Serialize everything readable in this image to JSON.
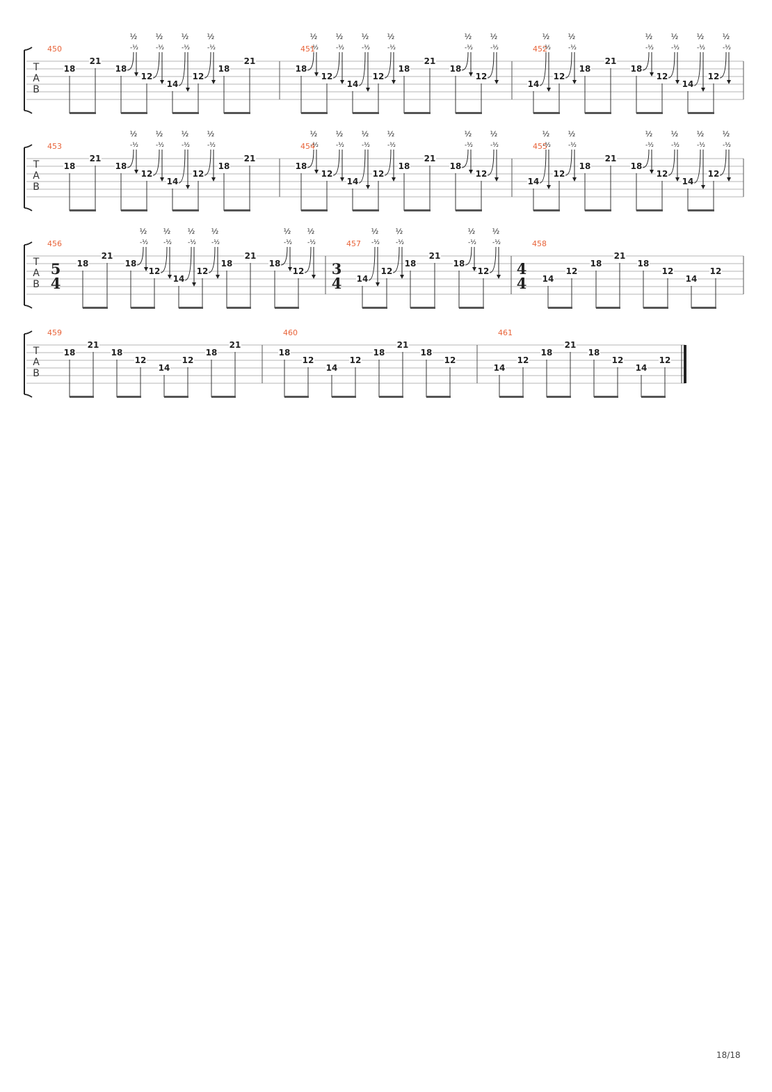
{
  "page": {
    "number": "18/18"
  },
  "tab_label": [
    "T",
    "A",
    "B"
  ],
  "bend_label": "½",
  "bend_target": "-½",
  "time_signatures": [
    {
      "measure": "456",
      "top": "5",
      "bottom": "4"
    },
    {
      "measure": "457",
      "top": "3",
      "bottom": "4"
    },
    {
      "measure": "458",
      "top": "4",
      "bottom": "4"
    }
  ],
  "systems": [
    {
      "measures": [
        {
          "number": "450",
          "notes": [
            {
              "fret": "18",
              "string": 2
            },
            {
              "fret": "21",
              "string": 1
            },
            {
              "fret": "18",
              "string": 2,
              "bend": true
            },
            {
              "fret": "12",
              "string": 3,
              "bend": true
            },
            {
              "fret": "14",
              "string": 4,
              "bend": true
            },
            {
              "fret": "12",
              "string": 3,
              "bend": true
            },
            {
              "fret": "18",
              "string": 2
            },
            {
              "fret": "21",
              "string": 1
            }
          ]
        },
        {
          "number": "451",
          "notes": [
            {
              "fret": "18",
              "string": 2,
              "bend": true
            },
            {
              "fret": "12",
              "string": 3,
              "bend": true
            },
            {
              "fret": "14",
              "string": 4,
              "bend": true
            },
            {
              "fret": "12",
              "string": 3,
              "bend": true
            },
            {
              "fret": "18",
              "string": 2
            },
            {
              "fret": "21",
              "string": 1
            },
            {
              "fret": "18",
              "string": 2,
              "bend": true
            },
            {
              "fret": "12",
              "string": 3,
              "bend": true
            }
          ]
        },
        {
          "number": "452",
          "notes": [
            {
              "fret": "14",
              "string": 4,
              "bend": true
            },
            {
              "fret": "12",
              "string": 3,
              "bend": true
            },
            {
              "fret": "18",
              "string": 2
            },
            {
              "fret": "21",
              "string": 1
            },
            {
              "fret": "18",
              "string": 2,
              "bend": true
            },
            {
              "fret": "12",
              "string": 3,
              "bend": true
            },
            {
              "fret": "14",
              "string": 4,
              "bend": true
            },
            {
              "fret": "12",
              "string": 3,
              "bend": true
            }
          ]
        }
      ]
    },
    {
      "measures": [
        {
          "number": "453",
          "notes": [
            {
              "fret": "18",
              "string": 2
            },
            {
              "fret": "21",
              "string": 1
            },
            {
              "fret": "18",
              "string": 2,
              "bend": true
            },
            {
              "fret": "12",
              "string": 3,
              "bend": true
            },
            {
              "fret": "14",
              "string": 4,
              "bend": true
            },
            {
              "fret": "12",
              "string": 3,
              "bend": true
            },
            {
              "fret": "18",
              "string": 2
            },
            {
              "fret": "21",
              "string": 1
            }
          ]
        },
        {
          "number": "454",
          "notes": [
            {
              "fret": "18",
              "string": 2,
              "bend": true
            },
            {
              "fret": "12",
              "string": 3,
              "bend": true
            },
            {
              "fret": "14",
              "string": 4,
              "bend": true
            },
            {
              "fret": "12",
              "string": 3,
              "bend": true
            },
            {
              "fret": "18",
              "string": 2
            },
            {
              "fret": "21",
              "string": 1
            },
            {
              "fret": "18",
              "string": 2,
              "bend": true
            },
            {
              "fret": "12",
              "string": 3,
              "bend": true
            }
          ]
        },
        {
          "number": "455",
          "notes": [
            {
              "fret": "14",
              "string": 4,
              "bend": true
            },
            {
              "fret": "12",
              "string": 3,
              "bend": true
            },
            {
              "fret": "18",
              "string": 2
            },
            {
              "fret": "21",
              "string": 1
            },
            {
              "fret": "18",
              "string": 2,
              "bend": true
            },
            {
              "fret": "12",
              "string": 3,
              "bend": true
            },
            {
              "fret": "14",
              "string": 4,
              "bend": true
            },
            {
              "fret": "12",
              "string": 3,
              "bend": true
            }
          ]
        }
      ]
    },
    {
      "measures": [
        {
          "number": "456",
          "notes": [
            {
              "fret": "18",
              "string": 2
            },
            {
              "fret": "21",
              "string": 1
            },
            {
              "fret": "18",
              "string": 2,
              "bend": true
            },
            {
              "fret": "12",
              "string": 3,
              "bend": true
            },
            {
              "fret": "14",
              "string": 4,
              "bend": true
            },
            {
              "fret": "12",
              "string": 3,
              "bend": true
            },
            {
              "fret": "18",
              "string": 2
            },
            {
              "fret": "21",
              "string": 1
            },
            {
              "fret": "18",
              "string": 2,
              "bend": true
            },
            {
              "fret": "12",
              "string": 3,
              "bend": true
            }
          ]
        },
        {
          "number": "457",
          "notes": [
            {
              "fret": "14",
              "string": 4,
              "bend": true
            },
            {
              "fret": "12",
              "string": 3,
              "bend": true
            },
            {
              "fret": "18",
              "string": 2
            },
            {
              "fret": "21",
              "string": 1
            },
            {
              "fret": "18",
              "string": 2,
              "bend": true
            },
            {
              "fret": "12",
              "string": 3,
              "bend": true
            }
          ]
        },
        {
          "number": "458",
          "notes": [
            {
              "fret": "14",
              "string": 4
            },
            {
              "fret": "12",
              "string": 3
            },
            {
              "fret": "18",
              "string": 2
            },
            {
              "fret": "21",
              "string": 1
            },
            {
              "fret": "18",
              "string": 2
            },
            {
              "fret": "12",
              "string": 3
            },
            {
              "fret": "14",
              "string": 4
            },
            {
              "fret": "12",
              "string": 3
            }
          ]
        }
      ]
    },
    {
      "measures": [
        {
          "number": "459",
          "notes": [
            {
              "fret": "18",
              "string": 2
            },
            {
              "fret": "21",
              "string": 1
            },
            {
              "fret": "18",
              "string": 2
            },
            {
              "fret": "12",
              "string": 3
            },
            {
              "fret": "14",
              "string": 4
            },
            {
              "fret": "12",
              "string": 3
            },
            {
              "fret": "18",
              "string": 2
            },
            {
              "fret": "21",
              "string": 1
            }
          ]
        },
        {
          "number": "460",
          "notes": [
            {
              "fret": "18",
              "string": 2
            },
            {
              "fret": "12",
              "string": 3
            },
            {
              "fret": "14",
              "string": 4
            },
            {
              "fret": "12",
              "string": 3
            },
            {
              "fret": "18",
              "string": 2
            },
            {
              "fret": "21",
              "string": 1
            },
            {
              "fret": "18",
              "string": 2
            },
            {
              "fret": "12",
              "string": 3
            }
          ]
        },
        {
          "number": "461",
          "notes": [
            {
              "fret": "14",
              "string": 4
            },
            {
              "fret": "12",
              "string": 3
            },
            {
              "fret": "18",
              "string": 2
            },
            {
              "fret": "21",
              "string": 1
            },
            {
              "fret": "18",
              "string": 2
            },
            {
              "fret": "12",
              "string": 3
            },
            {
              "fret": "14",
              "string": 4
            },
            {
              "fret": "12",
              "string": 3
            }
          ]
        }
      ]
    }
  ]
}
